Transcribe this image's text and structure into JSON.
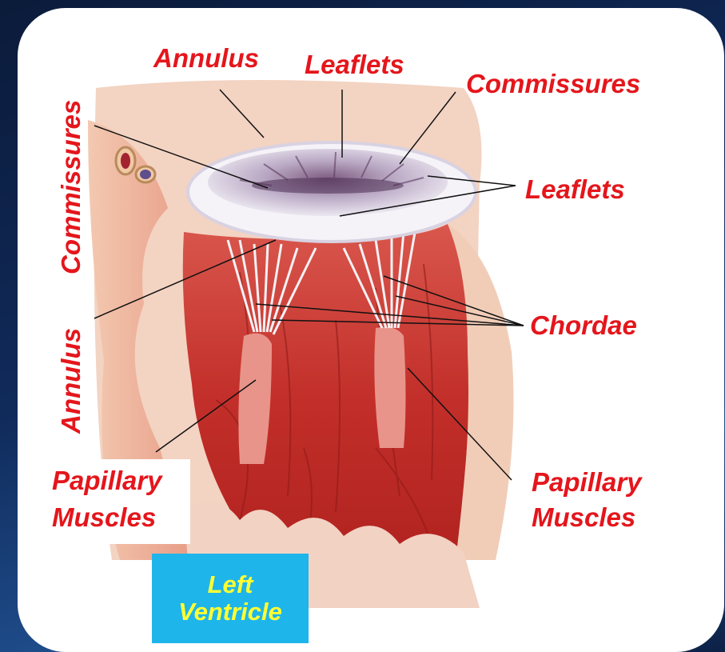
{
  "labels": {
    "annulus_top": "Annulus",
    "leaflets_top": "Leaflets",
    "commissures_right": "Commissures",
    "leaflets_right": "Leaflets",
    "chordae": "Chordae",
    "papillary_left_1": "Papillary",
    "papillary_left_2": "Muscles",
    "papillary_right_1": "Papillary",
    "papillary_right_2": "Muscles",
    "commissures_vertical": "Commissures",
    "annulus_vertical": "Annulus",
    "left_ventricle_1": "Left",
    "left_ventricle_2": "Ventricle"
  },
  "colors": {
    "label_red": "#e4161c",
    "box_blue": "#1eb5ea",
    "box_text_yellow": "#ffff33",
    "muscle_red": "#c8302c"
  }
}
